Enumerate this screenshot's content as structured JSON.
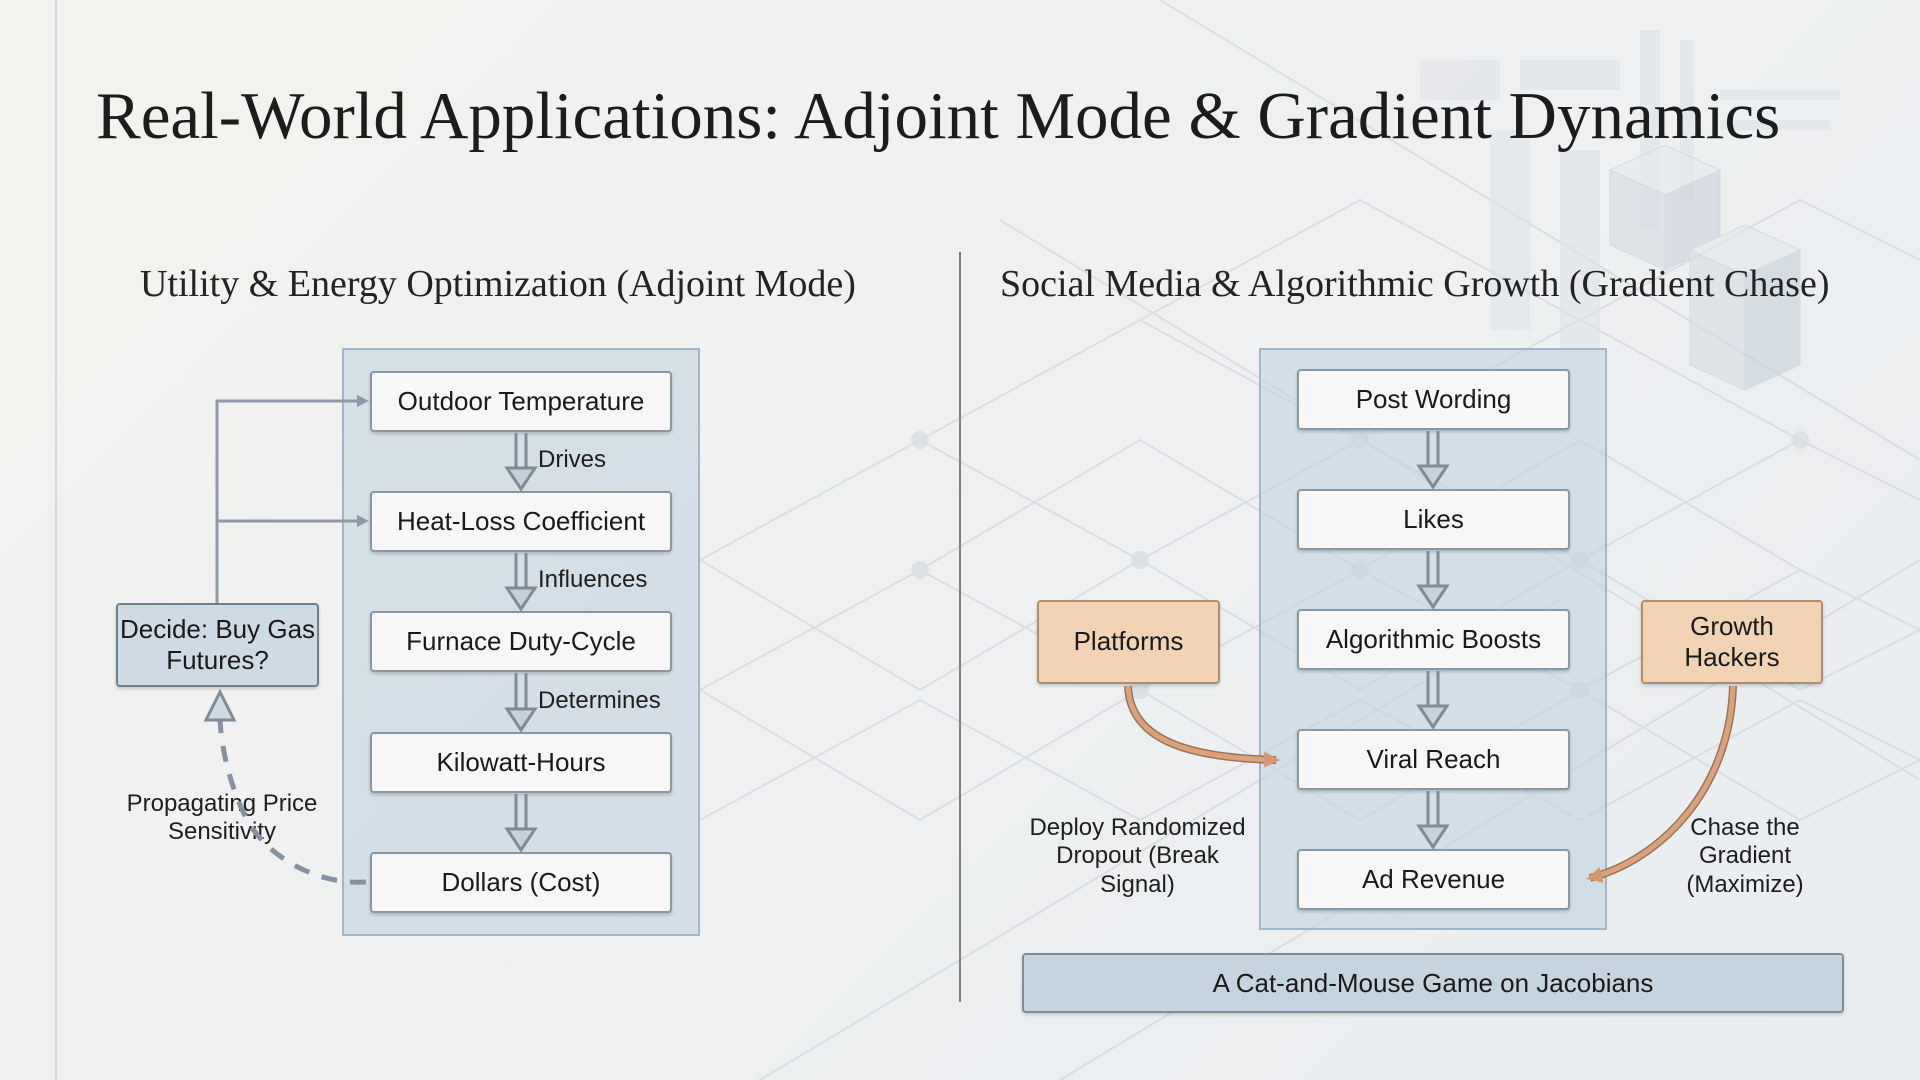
{
  "title": "Real-World Applications: Adjoint Mode & Gradient Dynamics",
  "left_section": {
    "heading": "Utility & Energy Optimization (Adjoint Mode)",
    "nodes": [
      "Outdoor Temperature",
      "Heat-Loss Coefficient",
      "Furnace Duty-Cycle",
      "Kilowatt-Hours",
      "Dollars (Cost)"
    ],
    "edge_labels": [
      "Drives",
      "Influences",
      "Determines"
    ],
    "decide_label": "Decide: Buy Gas Futures?",
    "feedback_label": "Propagating Price Sensitivity"
  },
  "right_section": {
    "heading": "Social Media & Algorithmic Growth (Gradient Chase)",
    "nodes": [
      "Post Wording",
      "Likes",
      "Algorithmic Boosts",
      "Viral Reach",
      "Ad Revenue"
    ],
    "platforms_label": "Platforms",
    "growth_hackers_label": "Growth Hackers",
    "platforms_action": "Deploy Randomized Dropout (Break Signal)",
    "hackers_action": "Chase the Gradient (Maximize)",
    "footer": "A Cat-and-Mouse Game on Jacobians"
  },
  "colors": {
    "panel": "#c4d4e0",
    "orange_node": "#f2d3b3",
    "orange_arrow": "#c4906a",
    "arrow_gray": "#8e9aa5"
  }
}
